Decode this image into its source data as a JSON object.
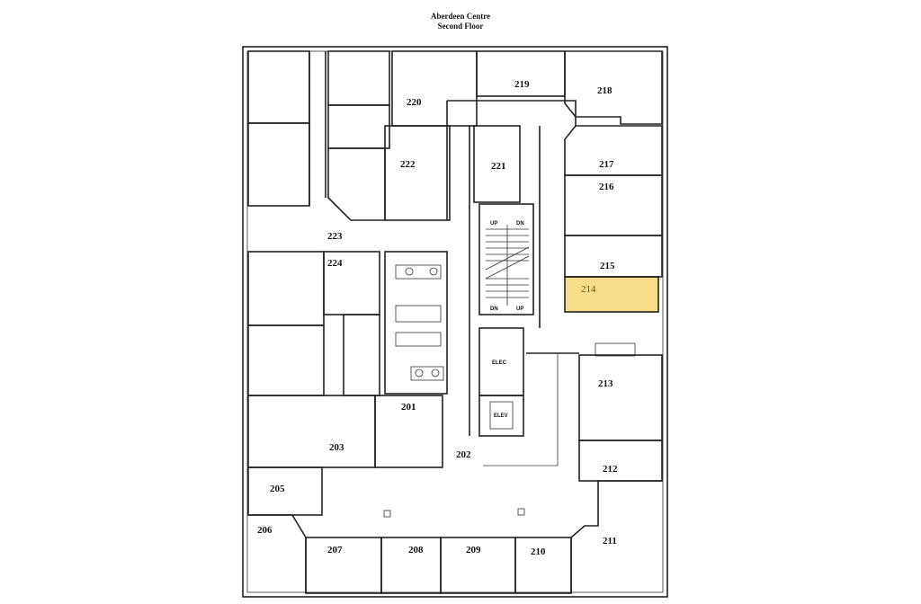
{
  "header": {
    "title": "Aberdeen Centre",
    "subtitle": "Second Floor"
  },
  "highlight": {
    "room": "214",
    "color": "#f9dc8a"
  },
  "rooms": {
    "r201": "201",
    "r202": "202",
    "r203": "203",
    "r205": "205",
    "r206": "206",
    "r207": "207",
    "r208": "208",
    "r209": "209",
    "r210": "210",
    "r211": "211",
    "r212": "212",
    "r213": "213",
    "r214": "214",
    "r215": "215",
    "r216": "216",
    "r217": "217",
    "r218": "218",
    "r219": "219",
    "r220": "220",
    "r221": "221",
    "r222": "222",
    "r223": "223",
    "r224": "224"
  },
  "service": {
    "elec": "ELEC",
    "elev": "ELEV",
    "up": "UP",
    "dn": "DN"
  }
}
